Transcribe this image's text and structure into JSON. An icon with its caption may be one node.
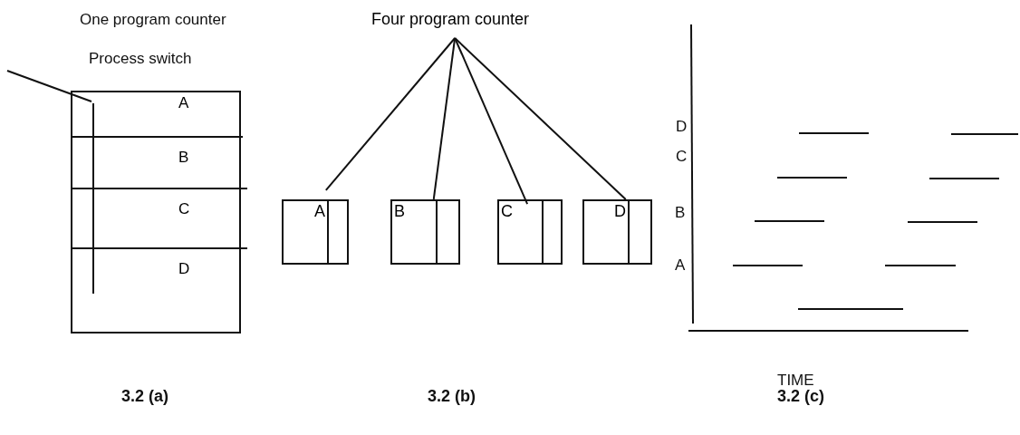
{
  "diagram": {
    "nodes": [
      {
        "text": [],
        "shape": "box"
      },
      {
        "text": [],
        "shape": "bar",
        "in": 0
      },
      {
        "text": [
          "A"
        ],
        "in": 0
      },
      {
        "text": [
          "B"
        ],
        "in": 0
      },
      {
        "text": [
          "C"
        ],
        "in": 0
      },
      {
        "text": [
          "D"
        ],
        "in": 0
      },
      {
        "text": [
          "Four program counter"
        ]
      },
      {
        "text": [
          "A"
        ]
      },
      {
        "text": [
          "B"
        ]
      },
      {
        "text": [
          "C"
        ]
      },
      {
        "text": [
          "D"
        ]
      }
    ],
    "edges": [
      {
        "from": null,
        "to": 1,
        "arrow": "none"
      },
      {
        "from": 6,
        "to": 7,
        "arrow": "none"
      },
      {
        "from": 6,
        "to": 8,
        "arrow": "none"
      },
      {
        "from": 6,
        "to": 9,
        "arrow": "none"
      },
      {
        "from": 6,
        "to": 10,
        "arrow": "none"
      }
    ],
    "labels": [
      "One program counter",
      "Process switch",
      "D",
      "C",
      "B",
      "A",
      "TIME",
      "3.2 (a)",
      "3.2 (b)",
      "3.2 (c)"
    ]
  }
}
